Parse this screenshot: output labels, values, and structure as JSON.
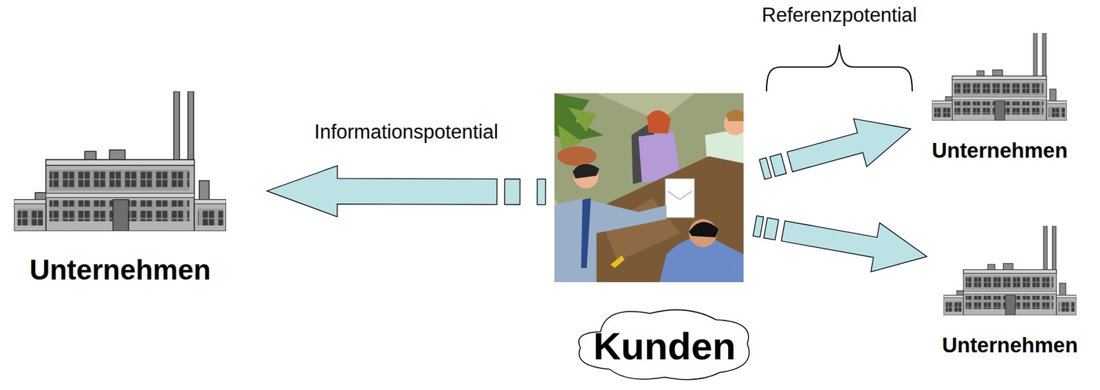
{
  "diagram": {
    "nodes": [
      {
        "text": [
          "Unternehmen"
        ]
      },
      {
        "text": [
          "Kunden"
        ]
      },
      {
        "text": [
          "Unternehmen"
        ]
      },
      {
        "text": [
          "Unternehmen"
        ]
      }
    ],
    "edges": [
      {
        "from": 1,
        "to": 0,
        "label": "Informationspotential",
        "arrow": "to"
      },
      {
        "from": 1,
        "to": 2,
        "arrow": "to"
      },
      {
        "from": 1,
        "to": 3,
        "arrow": "to"
      }
    ],
    "labels": [
      "Referenzpotential"
    ]
  }
}
